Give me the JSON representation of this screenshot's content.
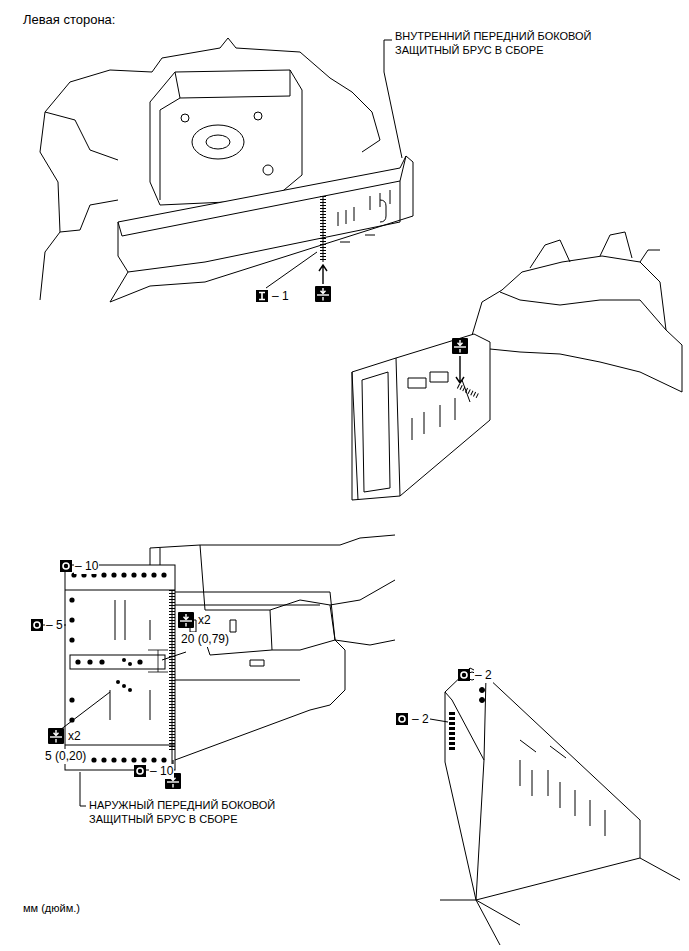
{
  "diagram": {
    "title": "Левая сторона:",
    "labels": [
      "ВНУТРЕННИЙ ПЕРЕДНИЙ БОКОВОЙ ЗАЩИТНЫЙ БРУС В СБОРЕ",
      "– 1",
      "– 10",
      "– 5",
      "x2",
      "20 (0,79)",
      "x2",
      "5 (0,20)",
      "– 10",
      "НАРУЖНЫЙ ПЕРЕДНИЙ БОКОВОЙ ЗАЩИТНЫЙ БРУС В СБОРЕ",
      "– 2",
      "– 2",
      "мм (дюйм.)"
    ]
  }
}
